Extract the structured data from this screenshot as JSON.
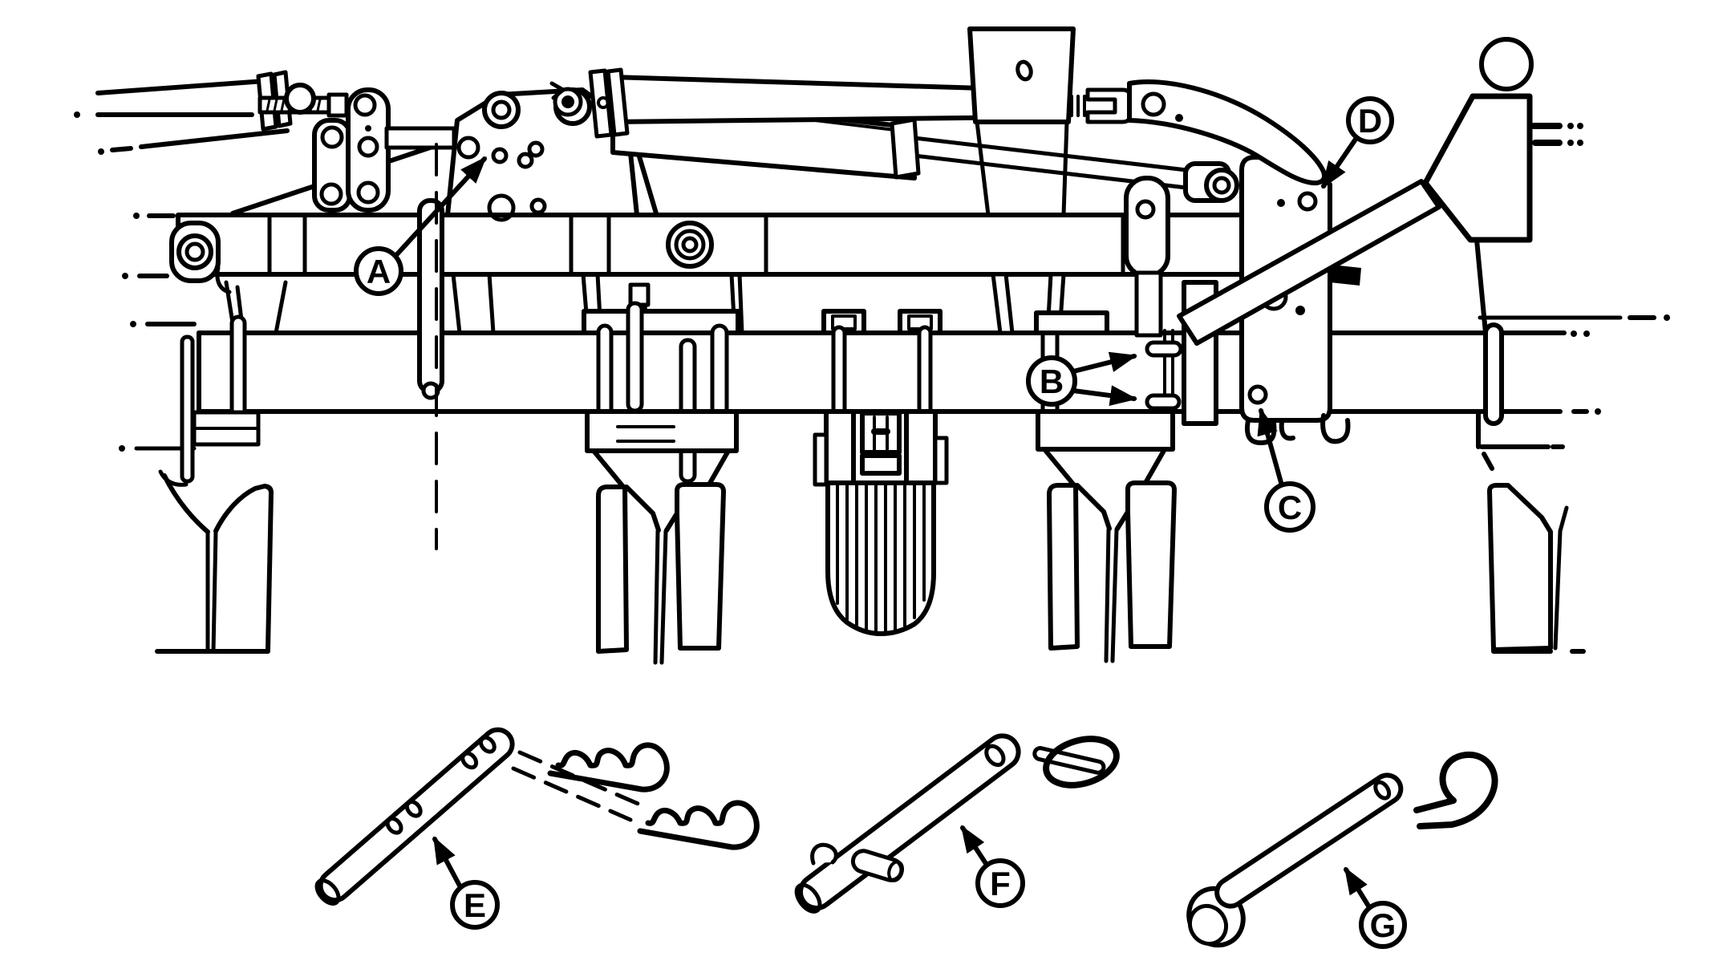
{
  "figure": {
    "kind": "line-art parts diagram",
    "colors": {
      "ink": "#000000",
      "paper": "#ffffff"
    },
    "callouts": [
      {
        "letter": "A"
      },
      {
        "letter": "B"
      },
      {
        "letter": "C"
      },
      {
        "letter": "D"
      },
      {
        "letter": "E"
      },
      {
        "letter": "F"
      },
      {
        "letter": "G"
      }
    ]
  }
}
